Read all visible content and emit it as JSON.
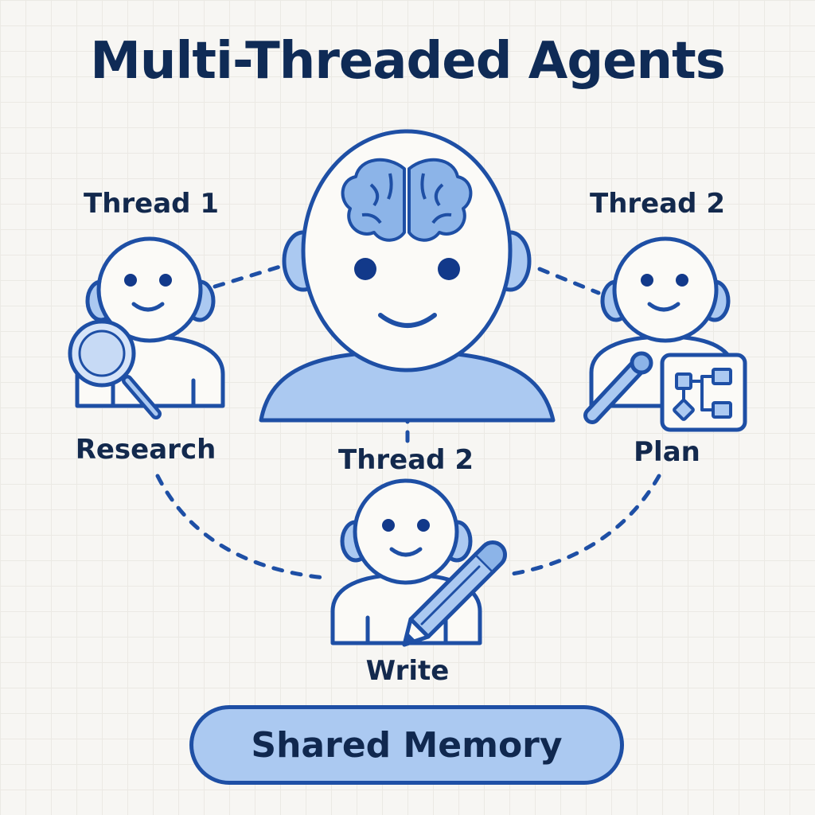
{
  "title": "Multi-Threaded Agents",
  "agents": {
    "left": {
      "thread": "Thread 1",
      "task": "Research",
      "icon": "magnifying-glass-icon"
    },
    "right": {
      "thread": "Thread 2",
      "task": "Plan",
      "icon": "flowchart-board-icon"
    },
    "bottom": {
      "thread": "Thread 2",
      "task": "Write",
      "icon": "pencil-icon"
    }
  },
  "central": {
    "icon": "brain-icon"
  },
  "shared_memory": {
    "label": "Shared Memory"
  },
  "colors": {
    "stroke": "#1e4fa5",
    "fill_light": "#abc9f1",
    "text": "#0f2b56",
    "background": "#f7f6f3"
  }
}
